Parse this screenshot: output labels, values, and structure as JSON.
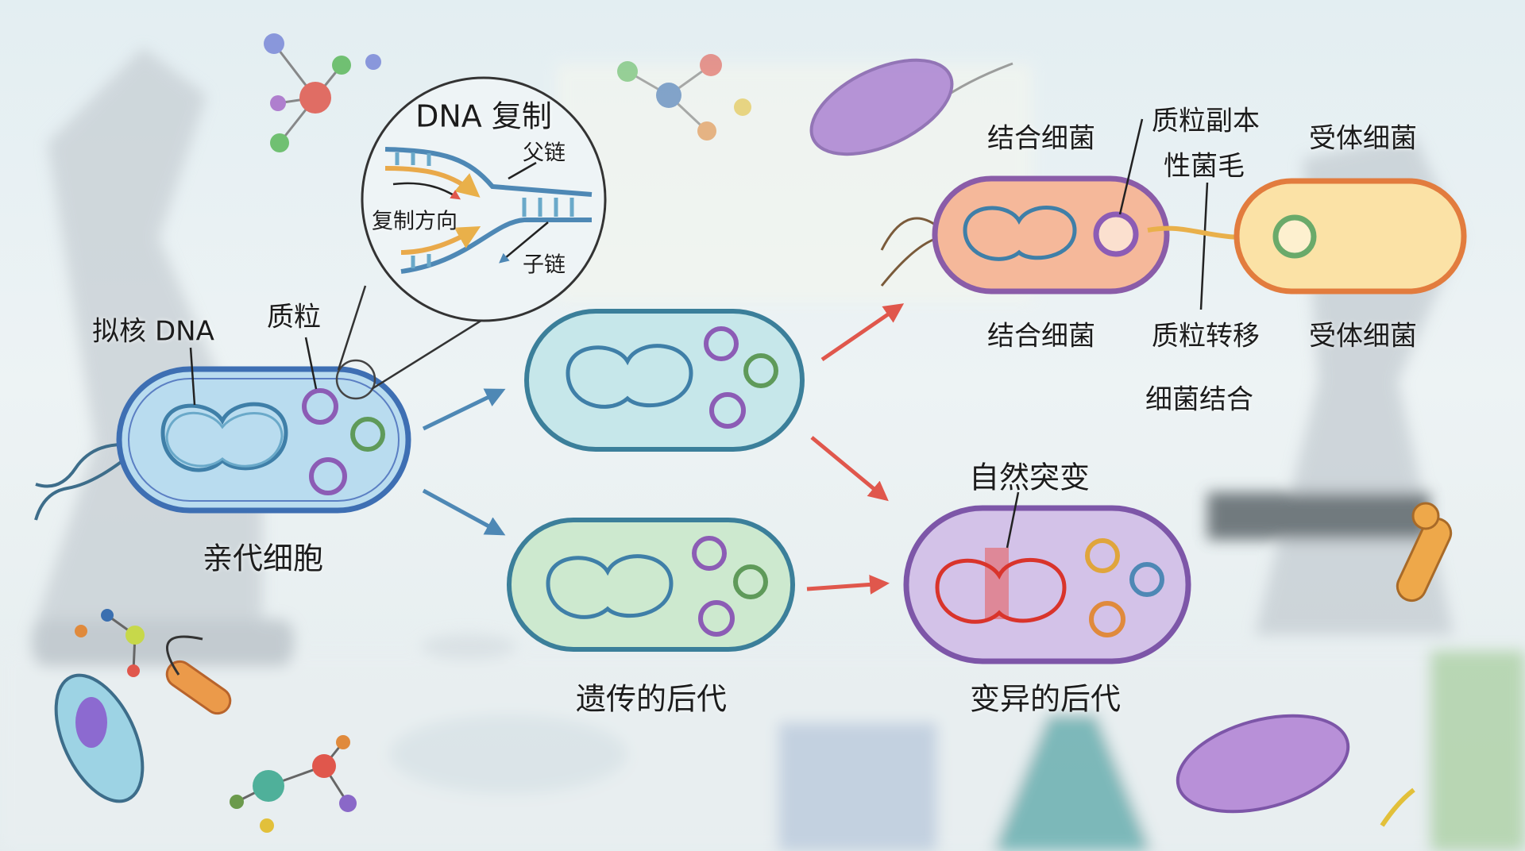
{
  "parent": {
    "title": "亲代细胞",
    "nucleoid_label": "拟核 DNA",
    "plasmid_label": "质粒"
  },
  "replication_inset": {
    "title": "DNA 复制",
    "parent_strand": "父链",
    "daughter_strand": "子链",
    "direction": "复制方向"
  },
  "offspring": {
    "inherited": "遗传的后代",
    "mutant": "变异的后代",
    "mutation_label": "自然突变"
  },
  "conjugation": {
    "donor_top": "结合细菌",
    "plasmid_copy": "质粒副本",
    "pilus": "性菌毛",
    "recipient_top": "受体细菌",
    "donor_bottom": "结合细菌",
    "plasmid_transfer": "质粒转移",
    "recipient_bottom": "受体细菌",
    "caption": "细菌结合"
  },
  "colors": {
    "blue_arrow": "#4e88b5",
    "red_arrow": "#e0574c",
    "dna": "#3f7fa8",
    "mutant_dna": "#d9342b"
  }
}
